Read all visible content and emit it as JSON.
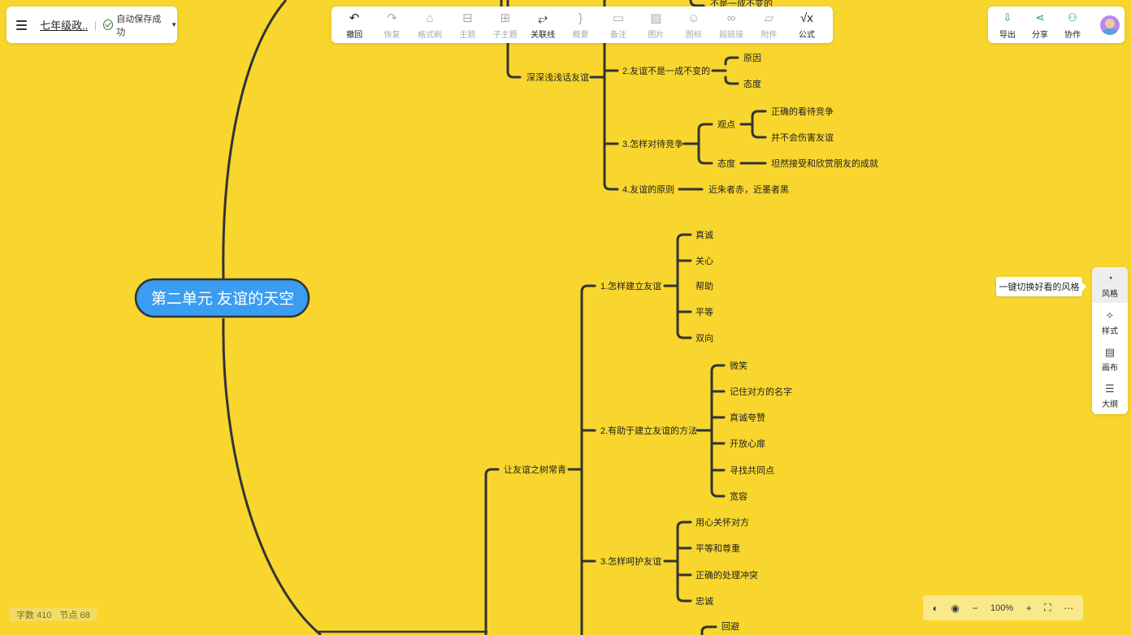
{
  "doc": {
    "title": "七年级政...",
    "save_status": "自动保存成功"
  },
  "toolbar": [
    {
      "label": "撤回",
      "icon": "undo-icon",
      "glyph": "↶",
      "active": true
    },
    {
      "label": "恢复",
      "icon": "redo-icon",
      "glyph": "↷",
      "active": false
    },
    {
      "label": "格式刷",
      "icon": "format-brush-icon",
      "glyph": "⌂",
      "active": false
    },
    {
      "label": "主题",
      "icon": "topic-icon",
      "glyph": "⊟",
      "active": false
    },
    {
      "label": "子主题",
      "icon": "subtopic-icon",
      "glyph": "⊞",
      "active": false
    },
    {
      "label": "关联线",
      "icon": "relation-line-icon",
      "glyph": "⥂",
      "active": true
    },
    {
      "label": "概要",
      "icon": "summary-icon",
      "glyph": "}",
      "active": false
    },
    {
      "label": "备注",
      "icon": "note-icon",
      "glyph": "▭",
      "active": false
    },
    {
      "label": "图片",
      "icon": "image-icon",
      "glyph": "▨",
      "active": false
    },
    {
      "label": "图标",
      "icon": "emoji-icon",
      "glyph": "☺",
      "active": false
    },
    {
      "label": "超链接",
      "icon": "link-icon",
      "glyph": "∞",
      "active": false
    },
    {
      "label": "附件",
      "icon": "attachment-icon",
      "glyph": "▱",
      "active": false
    },
    {
      "label": "公式",
      "icon": "formula-icon",
      "glyph": "√x",
      "active": true
    }
  ],
  "right_panel": [
    {
      "label": "导出",
      "icon": "export-icon",
      "glyph": "⇩"
    },
    {
      "label": "分享",
      "icon": "share-icon",
      "glyph": "⋖"
    },
    {
      "label": "协作",
      "icon": "collaborate-icon",
      "glyph": "⚇"
    }
  ],
  "side_panel": [
    {
      "label": "风格",
      "icon": "palette-icon",
      "glyph": "◔",
      "selected": true
    },
    {
      "label": "样式",
      "icon": "style-icon",
      "glyph": "✧",
      "selected": false
    },
    {
      "label": "画布",
      "icon": "canvas-icon",
      "glyph": "▤",
      "selected": false
    },
    {
      "label": "大纲",
      "icon": "outline-icon",
      "glyph": "☰",
      "selected": false
    }
  ],
  "tooltip": "一键切换好看的风格",
  "stats": {
    "words_label": "字数",
    "words": "410",
    "nodes_label": "节点",
    "nodes": "68"
  },
  "zoom": {
    "level": "100%",
    "minus": "−",
    "plus": "+"
  },
  "colors": {
    "background": "#f8d62d",
    "line": "#333333",
    "root_fill": "#3a9df0"
  },
  "mindmap": {
    "root": "第二单元 友谊的天空",
    "nodes": [
      {
        "id": "n_top_partial",
        "text": "不是一成不变的"
      },
      {
        "id": "n_shenshen",
        "text": "深深浅浅话友谊"
      },
      {
        "id": "n_a2",
        "text": "2.友谊不是一成不变的"
      },
      {
        "id": "n_yuanyin",
        "text": "原因"
      },
      {
        "id": "n_taidu1",
        "text": "态度"
      },
      {
        "id": "n_a3",
        "text": "3.怎样对待竞争"
      },
      {
        "id": "n_guandian",
        "text": "观点"
      },
      {
        "id": "n_zhengque",
        "text": "正确的看待竞争"
      },
      {
        "id": "n_bubuhui",
        "text": "并不会伤害友谊"
      },
      {
        "id": "n_taidu2",
        "text": "态度"
      },
      {
        "id": "n_tanran",
        "text": "坦然接受和欣赏朋友的成就"
      },
      {
        "id": "n_a4",
        "text": "4.友谊的原则"
      },
      {
        "id": "n_jinzhu",
        "text": "近朱者赤，近墨者黑"
      },
      {
        "id": "n_rang",
        "text": "让友谊之树常青"
      },
      {
        "id": "n_b1",
        "text": "1.怎样建立友谊"
      },
      {
        "id": "n_zhencheng",
        "text": "真诚"
      },
      {
        "id": "n_guanxin",
        "text": "关心"
      },
      {
        "id": "n_bangzhu",
        "text": "帮助"
      },
      {
        "id": "n_pingdeng",
        "text": "平等"
      },
      {
        "id": "n_shuangxiang",
        "text": "双向"
      },
      {
        "id": "n_b2",
        "text": "2.有助于建立友谊的方法"
      },
      {
        "id": "n_weixiao",
        "text": "微笑"
      },
      {
        "id": "n_jizhu",
        "text": "记住对方的名字"
      },
      {
        "id": "n_zanmei",
        "text": "真诚夸赞"
      },
      {
        "id": "n_kaifang",
        "text": "开放心扉"
      },
      {
        "id": "n_xunzhao",
        "text": "寻找共同点"
      },
      {
        "id": "n_kuanrong",
        "text": "宽容"
      },
      {
        "id": "n_b3",
        "text": "3.怎样呵护友谊"
      },
      {
        "id": "n_yongxin",
        "text": "用心关怀对方"
      },
      {
        "id": "n_zunzhong",
        "text": "平等和尊重"
      },
      {
        "id": "n_chongtu",
        "text": "正确的处理冲突"
      },
      {
        "id": "n_zhongcheng",
        "text": "忠诚"
      },
      {
        "id": "n_huibi",
        "text": "回避"
      }
    ]
  }
}
